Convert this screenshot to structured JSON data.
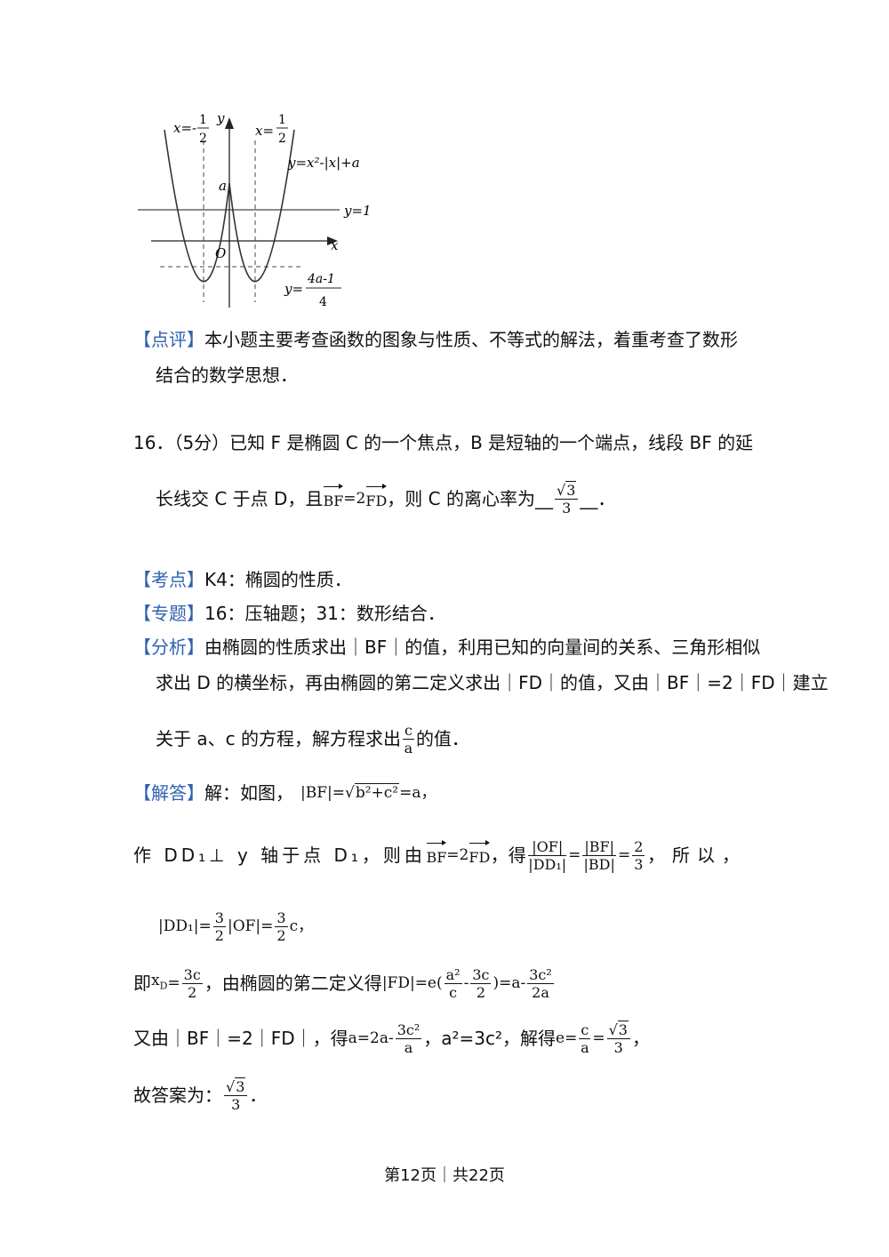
{
  "graph": {
    "label_x_neg": "x=-",
    "label_x_pos": "x=",
    "half_num": "1",
    "half_den": "2",
    "y_axis": "y",
    "x_axis": "x",
    "origin": "O",
    "a_label": "a",
    "curve_label": "y=x²-|x|+a",
    "line_label": "y=1",
    "min_label": "y=",
    "min_num": "4a-1",
    "min_den": "4"
  },
  "review": {
    "tag": "【点评】",
    "line1": "本小题主要考查函数的图象与性质、不等式的解法，着重考查了数形",
    "line2": "结合的数学思想．"
  },
  "problem": {
    "line1": "16．（5分）已知 F 是椭圆 C 的一个焦点，B 是短轴的一个端点，线段 BF 的延",
    "l2_pre": "长线交 C 于点 D，且",
    "vec_bf": "BF",
    "eq2": "=2",
    "vec_fd": "FD",
    "l2_mid": "，则 C 的离心率为__",
    "ans_rad": "3",
    "ans_den": "3",
    "l2_end": "__．"
  },
  "kaodian": {
    "tag": "【考点】",
    "text": "K4：椭圆的性质．"
  },
  "zhuanti": {
    "tag": "【专题】",
    "text": "16：压轴题；31：数形结合．"
  },
  "fenxi": {
    "tag": "【分析】",
    "line1": "由椭圆的性质求出｜BF｜的值，利用已知的向量间的关系、三角形相似",
    "line2": "求出 D 的横坐标，再由椭圆的第二定义求出｜FD｜的值，又由｜BF｜=2｜FD｜建立",
    "l3_pre": "关于 a、c 的方程，解方程求出",
    "l3_num": "c",
    "l3_den": "a",
    "l3_end": "的值．"
  },
  "jieda": {
    "tag": "【解答】",
    "intro": "解：如图，",
    "bf_eq": "|BF|=",
    "bf_rad": "b²+c²",
    "bf_end": "=a，",
    "l2_a": "作 DD₁⊥ y 轴于点 D₁，则由",
    "l2_b": "，得",
    "of": "|OF|",
    "dd1": "|DD₁|",
    "eq": "=",
    "bf": "|BF|",
    "bd": "|BD|",
    "two": "2",
    "three": "3",
    "l2_c": "，所以，",
    "l3_a": "|DD₁|=",
    "l3_b": "|OF|=",
    "l3_c": "c，",
    "l4_a": "即",
    "xd": "x",
    "xd_sub": "D",
    "three_c": "3c",
    "l4_b": "，由椭圆的第二定义得",
    "fd_eq": "|FD|=e(",
    "a2": "a²",
    "c": "c",
    "minus": "-",
    "l4_c": ")=a-",
    "three_c2": "3c²",
    "two_a": "2a",
    "l5_a": "又由｜BF｜=2｜FD｜，得",
    "l5_eq": "a=2a-",
    "a": "a",
    "l5_b": "，a²=3c²，解得",
    "e_eq": "e=",
    "comma": "，",
    "final_pre": "故答案为：",
    "final_end": "．"
  },
  "footer": "第12页｜共22页"
}
